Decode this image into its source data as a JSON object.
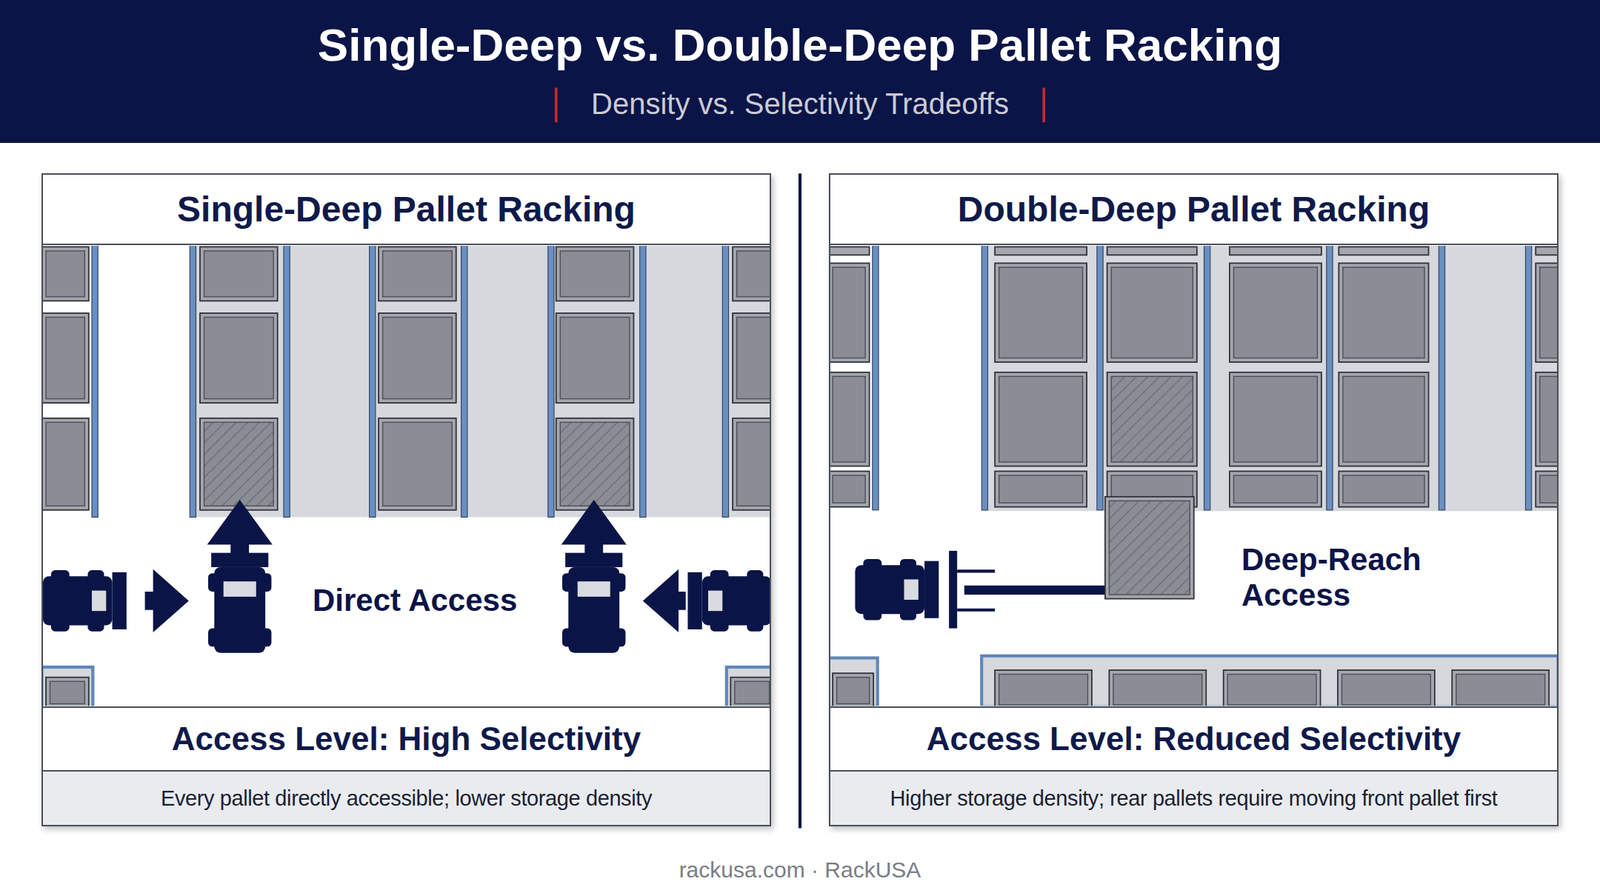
{
  "diagram": {
    "title": "Single-Deep vs. Double-Deep Pallet Racking",
    "nodes": [
      {
        "text": [
          "Single-Deep Pallet Racking"
        ]
      },
      {
        "text": [
          "Access Level: High Selectivity"
        ],
        "in": 0
      },
      {
        "text": [
          "Every pallet directly accessible; lower storage density"
        ],
        "in": 0
      },
      {
        "text": [
          "Double-Deep Pallet Racking"
        ]
      },
      {
        "text": [
          "Access Level: Reduced Selectivity"
        ],
        "in": 3
      },
      {
        "text": [
          "Higher storage density; rear pallets require moving front pallet first"
        ],
        "in": 3
      }
    ],
    "labels": [
      "Density vs. Selectivity Tradeoffs",
      "Direct Access",
      "Deep-Reach Access",
      "rackusa.com · RackUSA"
    ]
  }
}
